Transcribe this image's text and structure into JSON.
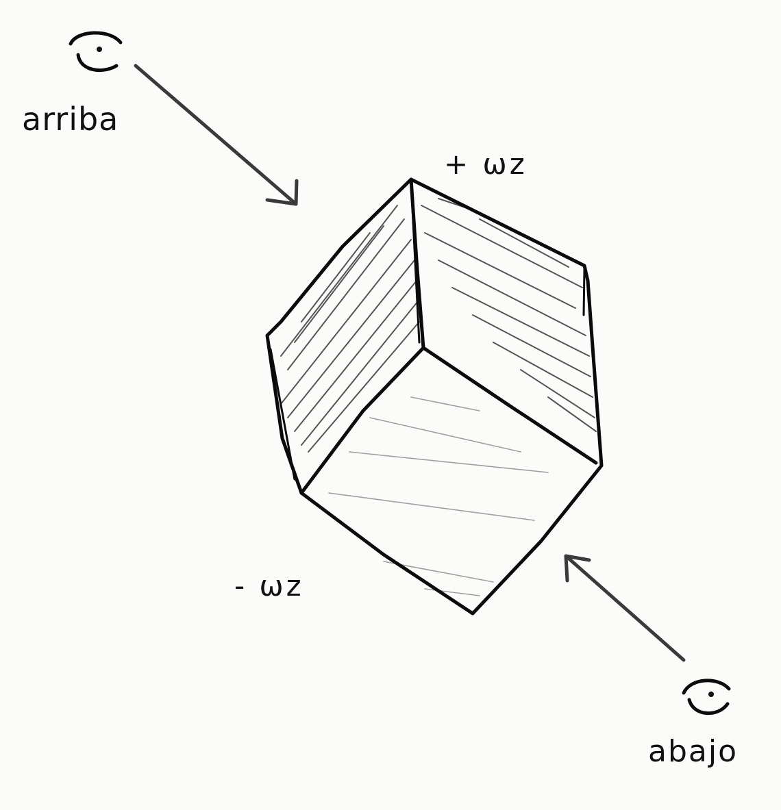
{
  "labels": {
    "top_view": "arriba",
    "bottom_view": "abajo",
    "plus_wz": "+ ωz",
    "minus_wz": "- ωz"
  },
  "icons": {
    "top": "eye-icon",
    "bottom": "eye-icon"
  },
  "colors": {
    "ink": "#0b0b0b",
    "paper": "#fbfbfa"
  }
}
